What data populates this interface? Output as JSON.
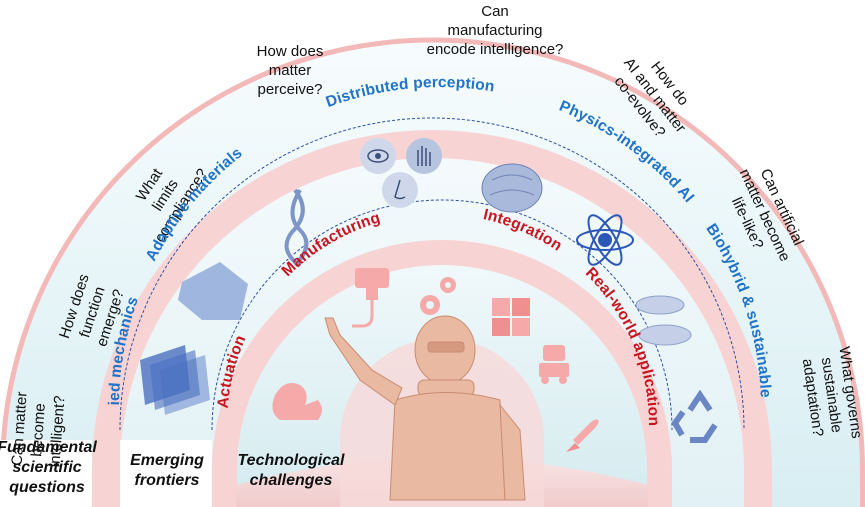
{
  "categories": [
    {
      "lines": [
        "Fundamental",
        "scientific",
        "questions"
      ]
    },
    {
      "lines": [
        "Emerging",
        "frontiers"
      ]
    },
    {
      "lines": [
        "Technological",
        "challenges"
      ]
    }
  ],
  "questions": [
    {
      "lines": [
        "Can matter",
        "become",
        "intelligent?"
      ]
    },
    {
      "lines": [
        "How does",
        "function",
        "emerge?"
      ]
    },
    {
      "lines": [
        "What",
        "limits",
        "compliance?"
      ]
    },
    {
      "lines": [
        "How does",
        "matter",
        "perceive?"
      ]
    },
    {
      "lines": [
        "Can",
        "manufacturing",
        "encode intelligence?"
      ]
    },
    {
      "lines": [
        "How do",
        "AI and matter",
        "co-evolve?"
      ]
    },
    {
      "lines": [
        "Can artificial",
        "matter become",
        "life-like?"
      ]
    },
    {
      "lines": [
        "What governs",
        "sustainable",
        "adaptation?"
      ]
    }
  ],
  "emerging_frontiers": [
    "Embodied mechanics",
    "Adaptive materials",
    "Distributed perception",
    "Physics-integrated AI",
    "Biohybrid & sustainable"
  ],
  "technological_challenges": [
    "Actuation",
    "Manufacturing",
    "Integration",
    "Real-world applications"
  ]
}
